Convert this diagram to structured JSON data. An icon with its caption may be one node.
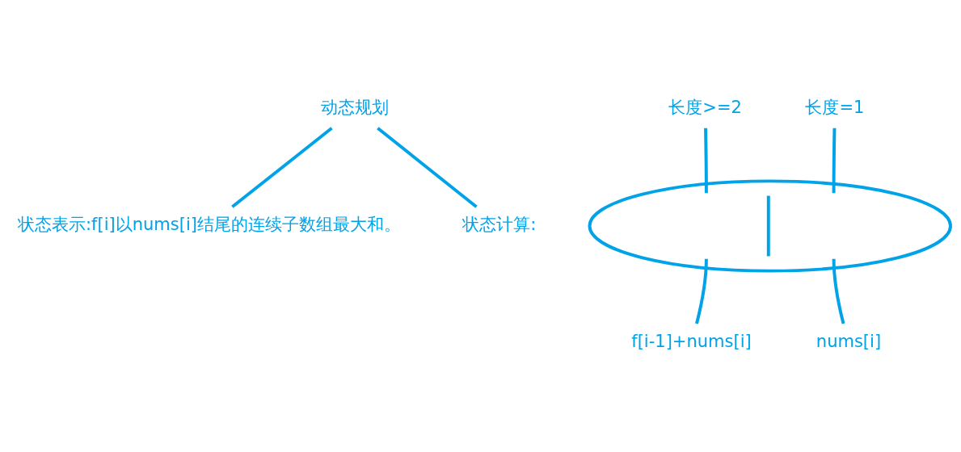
{
  "diagram": {
    "nodes": [
      {
        "text": [
          "动态规划"
        ]
      },
      {
        "text": [
          "状态表示:f[i]以nums[i]结尾的连续子数组最大和。"
        ]
      },
      {
        "text": [
          "状态计算:"
        ]
      },
      {
        "text": [
          "长度>=2"
        ]
      },
      {
        "text": [
          "长度=1"
        ]
      },
      {
        "text": [],
        "shape": "ellipse"
      },
      {
        "text": [
          "f[i-1]+nums[i]"
        ]
      },
      {
        "text": [
          "nums[i]"
        ]
      }
    ],
    "edges": [
      {
        "from": 0,
        "to": 1,
        "arrow": "none"
      },
      {
        "from": 0,
        "to": 2,
        "arrow": "none"
      },
      {
        "from": 3,
        "to": 5,
        "arrow": "none"
      },
      {
        "from": 4,
        "to": 5,
        "arrow": "none"
      },
      {
        "from": 5,
        "to": 6,
        "arrow": "none"
      },
      {
        "from": 5,
        "to": 7,
        "arrow": "none"
      }
    ]
  }
}
